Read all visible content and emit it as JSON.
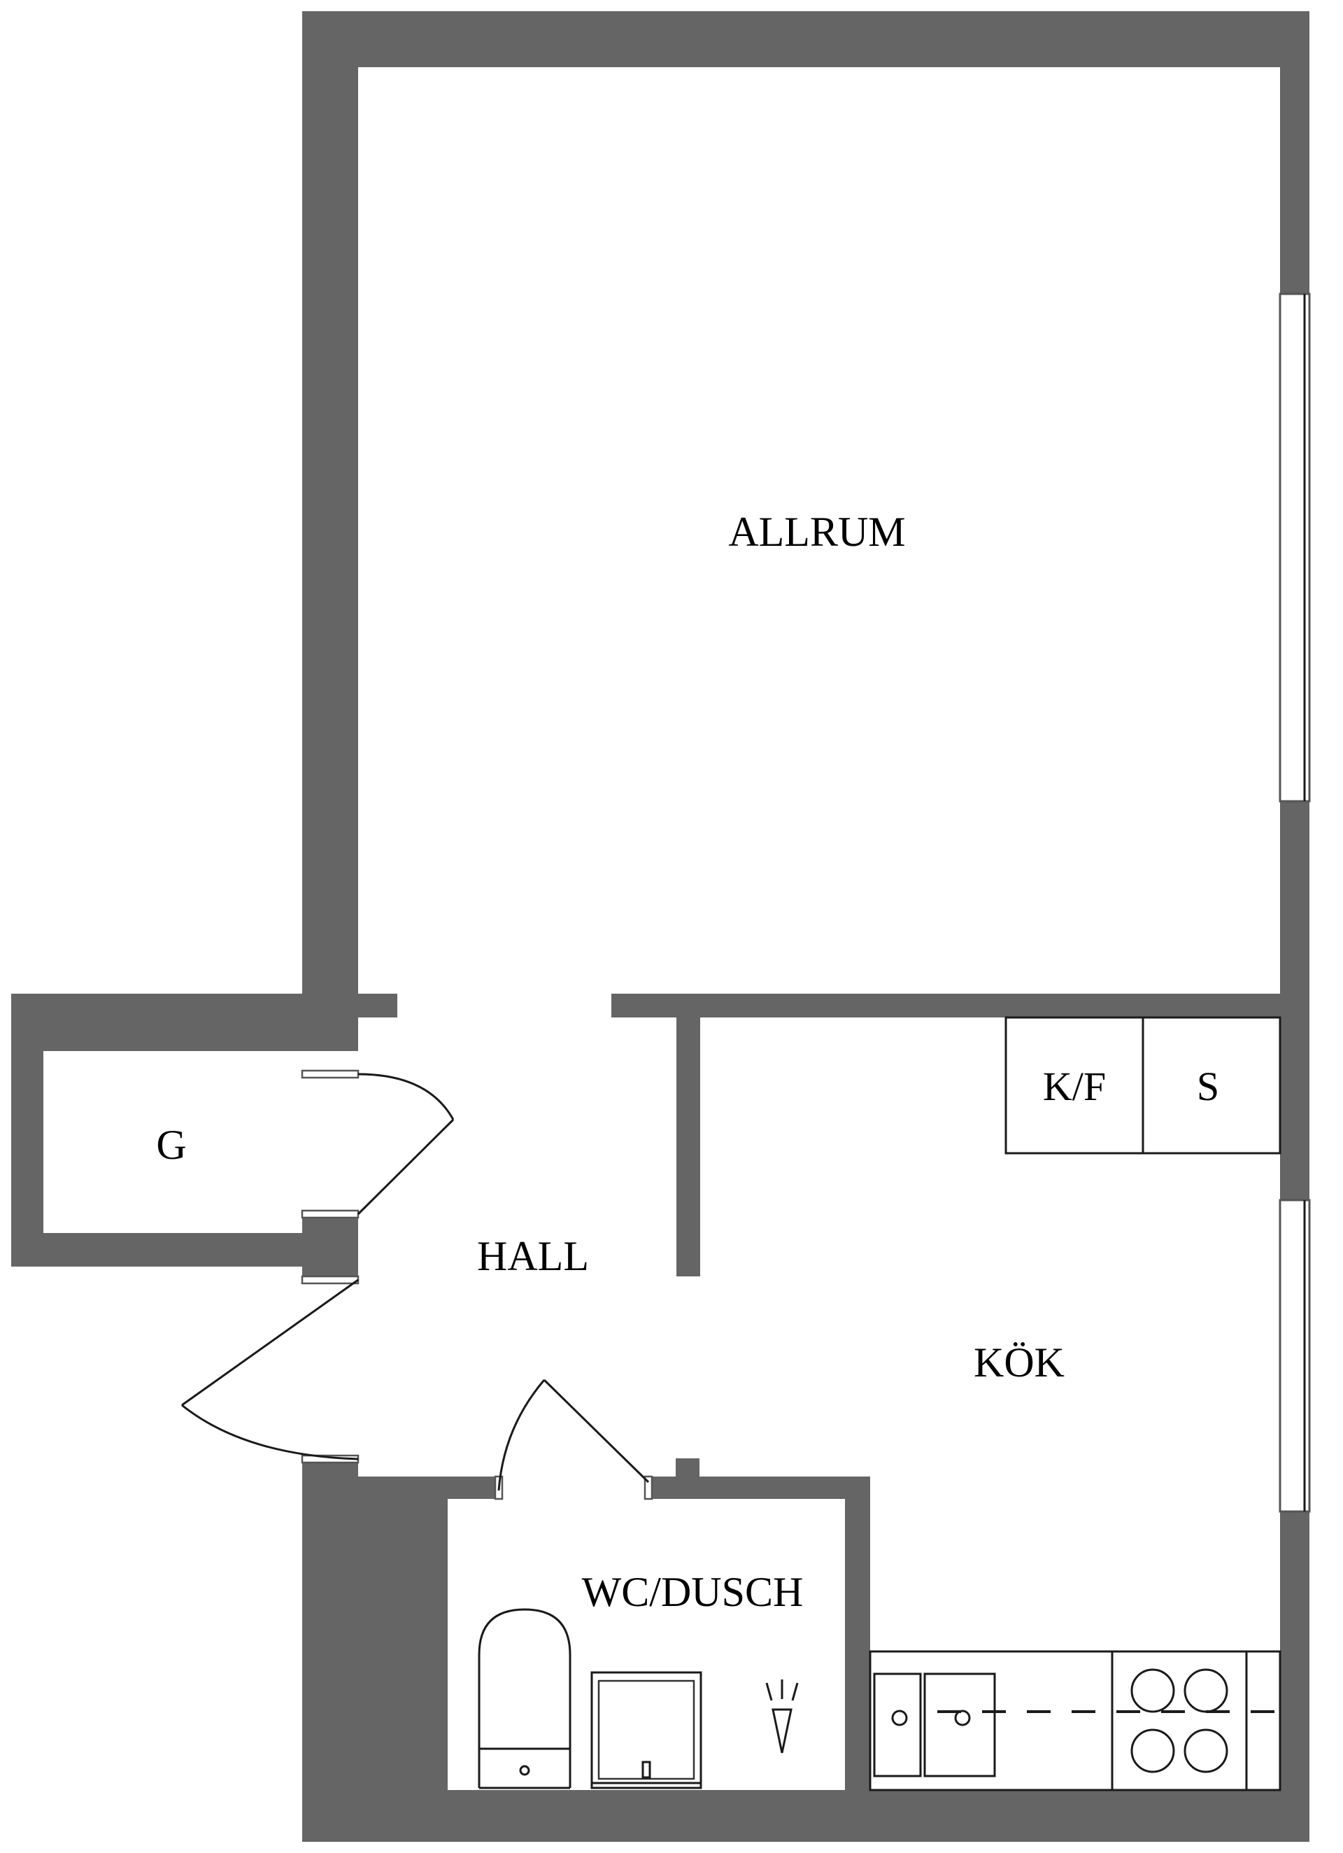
{
  "rooms": {
    "allrum": "ALLRUM",
    "g": "G",
    "hall": "HALL",
    "kok": "KÖK",
    "wc_dusch": "WC/DUSCH"
  },
  "fixtures": {
    "kf": "K/F",
    "s": "S"
  },
  "colors": {
    "wall": "#656565",
    "background": "#ffffff",
    "line": "#1a1a1a"
  }
}
